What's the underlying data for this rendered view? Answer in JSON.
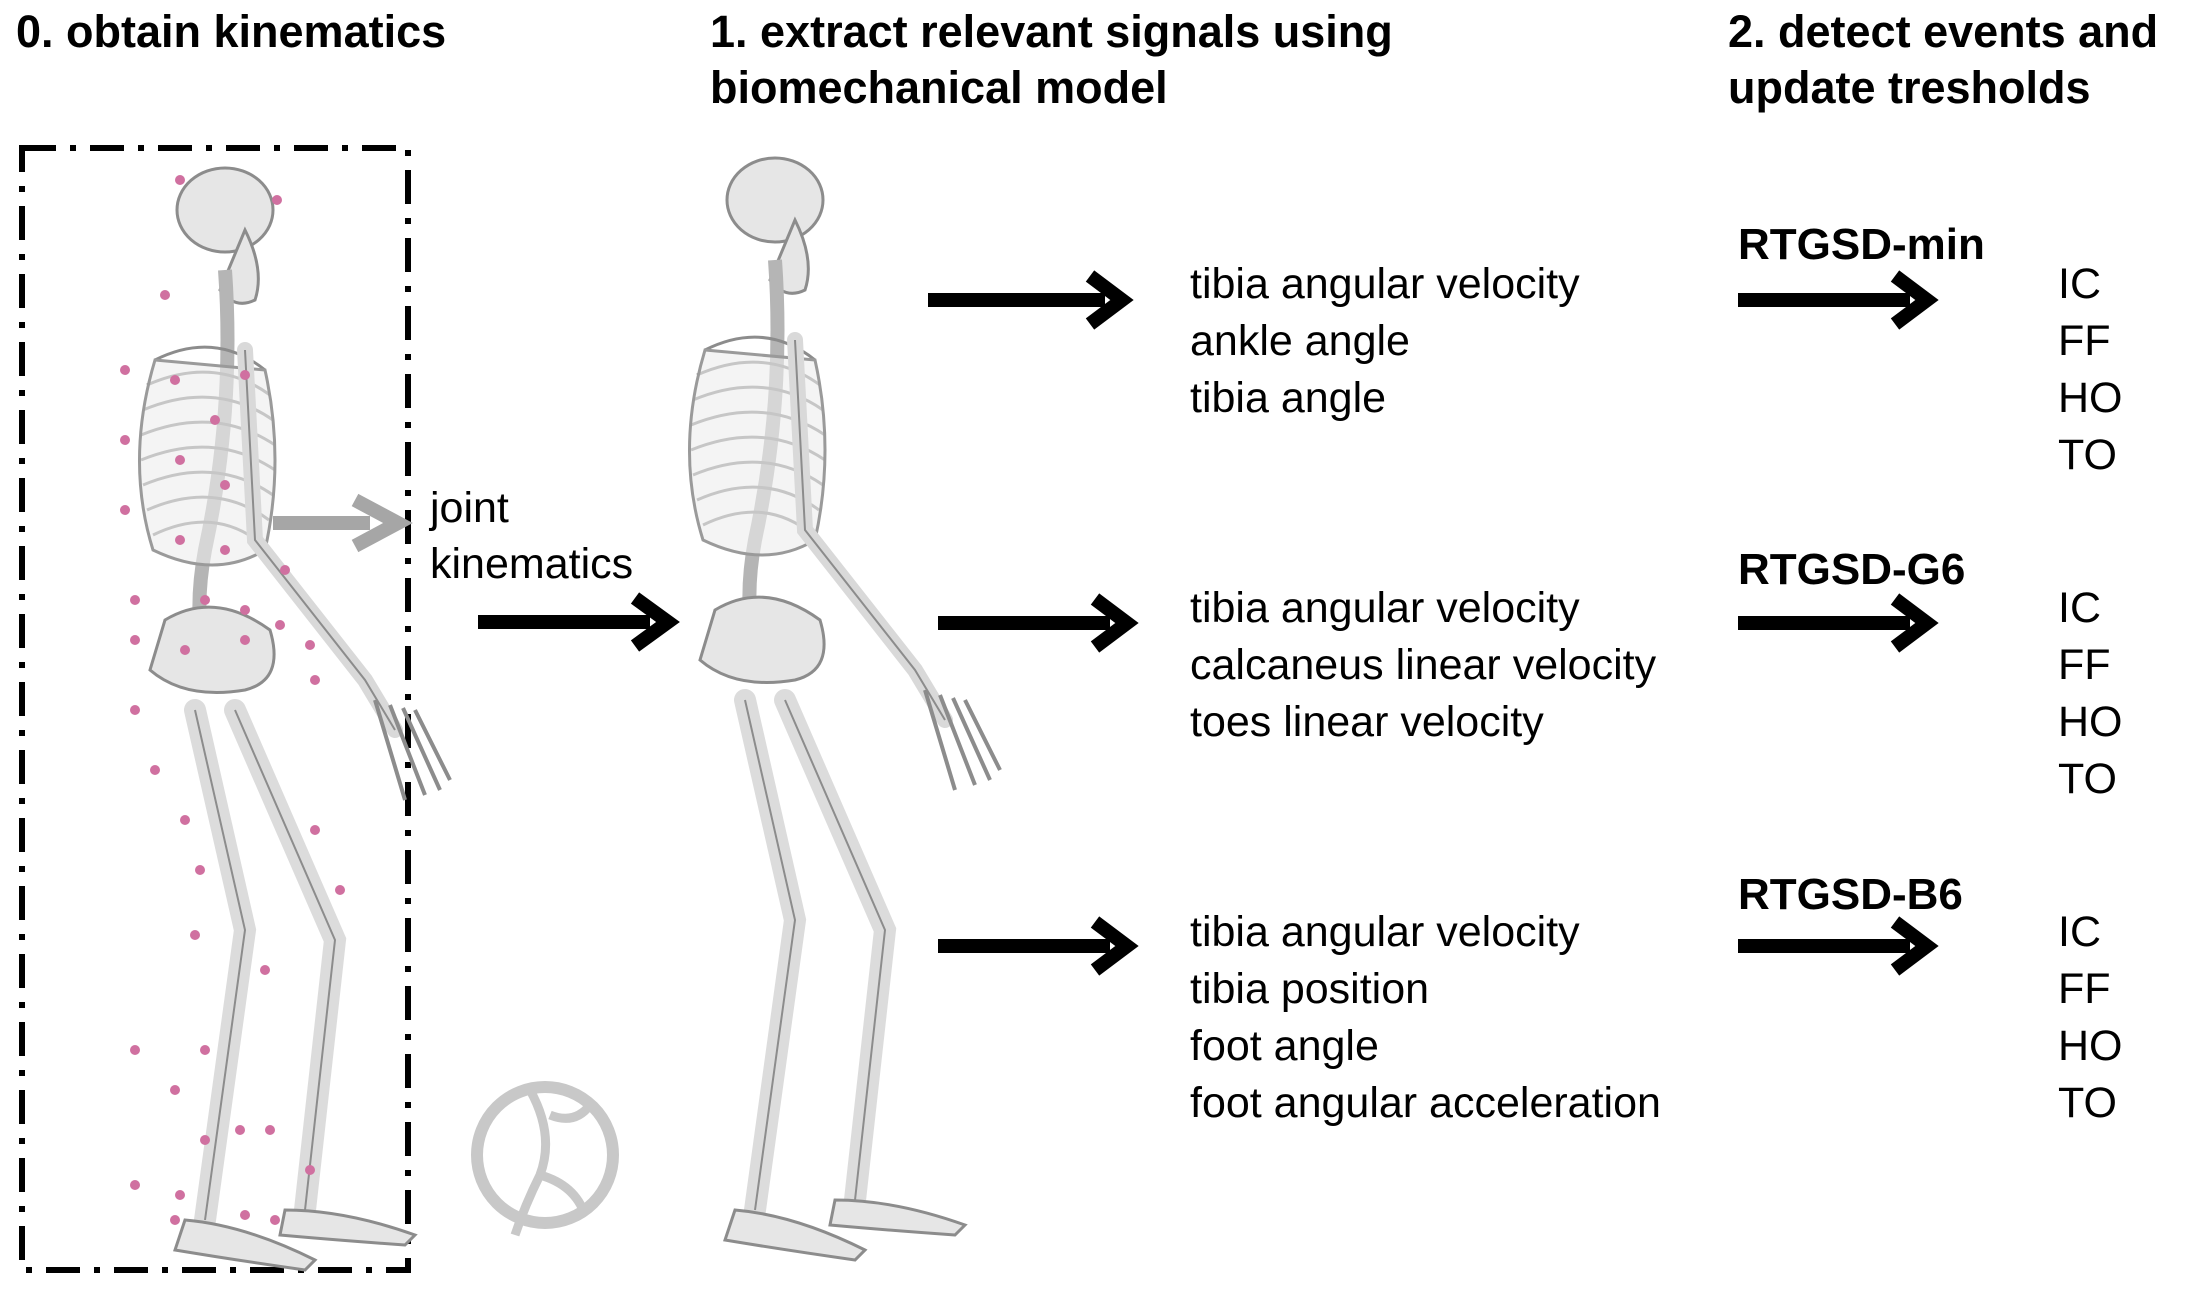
{
  "steps": {
    "step0": "0. obtain kinematics",
    "step1": "1. extract relevant signals using\nbiomechanical model",
    "step2": "2. detect events and\nupdate tresholds"
  },
  "joint_kinematics": [
    "joint",
    "kinematics"
  ],
  "methods": [
    {
      "name": "RTGSD-min",
      "signals": [
        "tibia angular velocity",
        "ankle angle",
        "tibia angle"
      ],
      "events": [
        "IC",
        "FF",
        "HO",
        "TO"
      ]
    },
    {
      "name": "RTGSD-G6",
      "signals": [
        "tibia angular velocity",
        "calcaneus linear velocity",
        "toes linear velocity"
      ],
      "events": [
        "IC",
        "FF",
        "HO",
        "TO"
      ]
    },
    {
      "name": "RTGSD-B6",
      "signals": [
        "tibia angular velocity",
        "tibia position",
        "foot angle",
        "foot angular acceleration"
      ],
      "events": [
        "IC",
        "FF",
        "HO",
        "TO"
      ]
    }
  ],
  "colors": {
    "arrow": "#000000",
    "gray_arrow": "#a6a6a6",
    "bone": "#e6e6e6",
    "bone_outline": "#8c8c8c",
    "marker": "#d070a0",
    "logo": "#c8c8c8"
  }
}
